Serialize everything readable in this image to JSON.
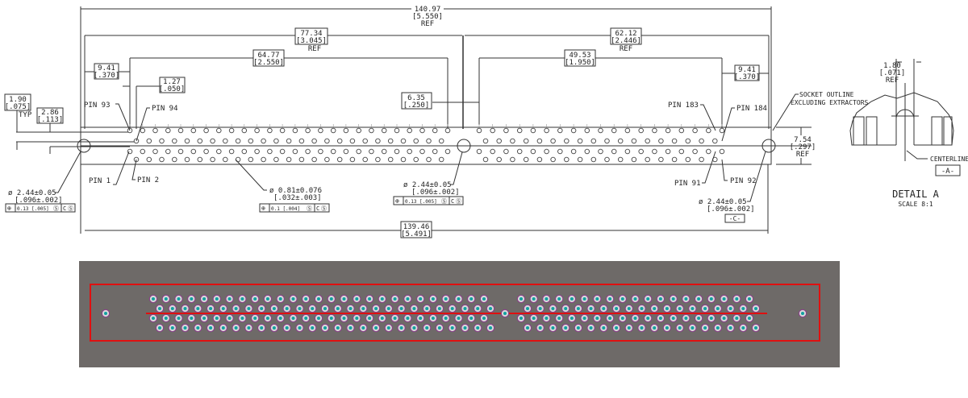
{
  "drawing": {
    "overall": {
      "mm": "140.97",
      "in": "[5.550]",
      "note": "REF"
    },
    "left_half": {
      "mm": "77.34",
      "in": "[3.045]",
      "note": "REF"
    },
    "right_half": {
      "mm": "62.12",
      "in": "[2.446]",
      "note": "REF"
    },
    "left_pin_span": {
      "mm": "64.77",
      "in": "[2.550]"
    },
    "right_pin_span": {
      "mm": "49.53",
      "in": "[1.950]"
    },
    "left_offset": {
      "mm": "9.41",
      "in": "[.370]"
    },
    "right_offset": {
      "mm": "9.41",
      "in": "[.370]"
    },
    "pin_pitch": {
      "mm": "1.27",
      "in": "[.050]"
    },
    "gap": {
      "mm": "6.35",
      "in": "[.250]"
    },
    "row_pitch": {
      "mm": "1.90",
      "in": "[.075]",
      "note": "TYP"
    },
    "row_spacing": {
      "mm": "2.86",
      "in": "[.113]"
    },
    "height": {
      "mm": "7.54",
      "in": "[.297]",
      "note": "REF"
    },
    "bottom_span": {
      "mm": "139.46",
      "in": "[5.491]"
    },
    "socket_outline_note": [
      "SOCKET OUTLINE",
      "EXCLUDING EXTRACTORS"
    ],
    "pin_labels": {
      "pin93": "PIN 93",
      "pin94": "PIN 94",
      "pin1": "PIN 1",
      "pin2": "PIN 2",
      "pin183": "PIN 183",
      "pin184": "PIN 184",
      "pin91": "PIN 91",
      "pin92": "PIN 92"
    },
    "hole_left": {
      "dia": "ø  2.44±0.05",
      "in": "[.096±.002]",
      "fcf": "0.13  [.005]",
      "ref": "C"
    },
    "hole_mid": {
      "dia": "ø  2.44±0.05",
      "in": "[.096±.002]",
      "fcf": "0.13  [.005]",
      "ref": "C"
    },
    "hole_right": {
      "dia": "ø  2.44±0.05",
      "in": "[.096±.002]",
      "datum": "-C-"
    },
    "pin_hole": {
      "dia": "ø  0.81±0.076",
      "in": "[.032±.003]",
      "fcf": "0.1  [.004]",
      "ref": "C"
    },
    "detail": {
      "title": "DETAIL  A",
      "scale": "SCALE  8:1",
      "dim": {
        "mm": "1.80",
        "in": "[.071]",
        "note": "REF"
      },
      "centerline": "CENTERLINE",
      "datum": "-A-"
    },
    "pin_layout": {
      "left_columns": 27,
      "right_columns": 19,
      "rows": 4
    }
  },
  "render": {
    "background": "#6e6a68",
    "outline_color": "#e01010",
    "pin_ring_color": "#d8d8d8",
    "pin_edge_color": "#8a3a8a",
    "pin_core_color": "#10a0a0",
    "left_columns": 27,
    "right_columns": 19,
    "rows": 4
  }
}
